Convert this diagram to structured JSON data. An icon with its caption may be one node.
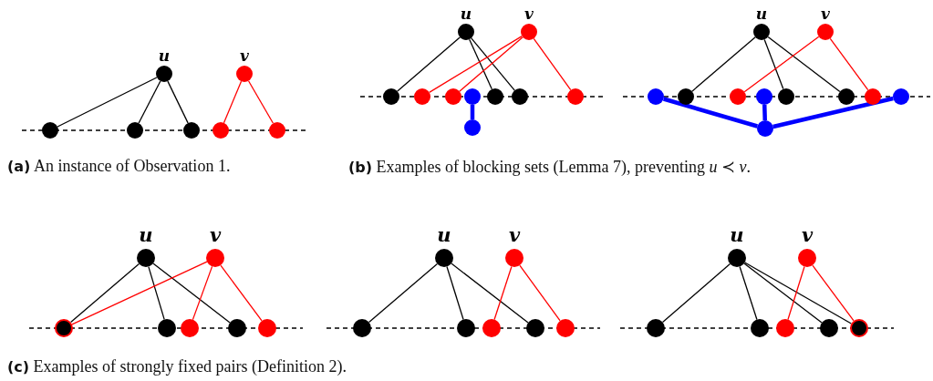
{
  "diagram": {
    "nodes": [
      {
        "text": [
          "u"
        ]
      },
      {
        "text": [
          "v"
        ]
      },
      {
        "text": [],
        "shape": "circle"
      },
      {
        "text": [],
        "shape": "circle"
      },
      {
        "text": [],
        "shape": "circle"
      },
      {
        "text": [],
        "shape": "circle"
      },
      {
        "text": [],
        "shape": "circle"
      },
      {
        "text": [
          "u"
        ]
      },
      {
        "text": [
          "v"
        ]
      },
      {
        "text": [],
        "shape": "circle"
      },
      {
        "text": [],
        "shape": "circle"
      },
      {
        "text": [],
        "shape": "circle"
      },
      {
        "text": [],
        "shape": "circle"
      },
      {
        "text": [],
        "shape": "circle"
      },
      {
        "text": [],
        "shape": "circle"
      },
      {
        "text": [],
        "shape": "circle"
      },
      {
        "text": [],
        "shape": "circle"
      },
      {
        "text": [
          "u"
        ]
      },
      {
        "text": [
          "v"
        ]
      },
      {
        "text": [],
        "shape": "circle"
      },
      {
        "text": [],
        "shape": "circle"
      },
      {
        "text": [],
        "shape": "circle"
      },
      {
        "text": [],
        "shape": "circle"
      },
      {
        "text": [],
        "shape": "circle"
      },
      {
        "text": [],
        "shape": "circle"
      },
      {
        "text": [],
        "shape": "circle"
      },
      {
        "text": [],
        "shape": "circle"
      },
      {
        "text": [],
        "shape": "circle"
      },
      {
        "text": [
          "u"
        ]
      },
      {
        "text": [
          "v"
        ]
      },
      {
        "text": [],
        "shape": "circle"
      },
      {
        "text": [],
        "shape": "circle"
      },
      {
        "text": [],
        "shape": "circle"
      },
      {
        "text": [],
        "shape": "circle"
      },
      {
        "text": [],
        "shape": "circle"
      },
      {
        "text": [
          "u"
        ]
      },
      {
        "text": [
          "v"
        ]
      },
      {
        "text": [],
        "shape": "circle"
      },
      {
        "text": [],
        "shape": "circle"
      },
      {
        "text": [],
        "shape": "circle"
      },
      {
        "text": [],
        "shape": "circle"
      },
      {
        "text": [],
        "shape": "circle"
      },
      {
        "text": [
          "u"
        ]
      },
      {
        "text": [
          "v"
        ]
      },
      {
        "text": [],
        "shape": "circle"
      },
      {
        "text": [],
        "shape": "circle"
      },
      {
        "text": [],
        "shape": "circle"
      },
      {
        "text": [],
        "shape": "circle"
      },
      {
        "text": [],
        "shape": "circle"
      }
    ],
    "edges": [
      {
        "from": 0,
        "to": 2,
        "arrow": "none"
      },
      {
        "from": 0,
        "to": 3,
        "arrow": "none"
      },
      {
        "from": 0,
        "to": 4,
        "arrow": "none"
      },
      {
        "from": 1,
        "to": 5,
        "arrow": "none",
        "color": "#ff0000"
      },
      {
        "from": 1,
        "to": 6,
        "arrow": "none",
        "color": "#ff0000"
      },
      {
        "from": 7,
        "to": 9,
        "arrow": "none"
      },
      {
        "from": 7,
        "to": 13,
        "arrow": "none"
      },
      {
        "from": 7,
        "to": 14,
        "arrow": "none"
      },
      {
        "from": 8,
        "to": 10,
        "arrow": "none",
        "color": "#ff0000"
      },
      {
        "from": 8,
        "to": 11,
        "arrow": "none",
        "color": "#ff0000"
      },
      {
        "from": 8,
        "to": 15,
        "arrow": "none",
        "color": "#ff0000"
      },
      {
        "from": 12,
        "to": 16,
        "arrow": "none",
        "style": "thick",
        "color": "#0000ff"
      },
      {
        "from": 17,
        "to": 20,
        "arrow": "none"
      },
      {
        "from": 17,
        "to": 23,
        "arrow": "none"
      },
      {
        "from": 17,
        "to": 24,
        "arrow": "none"
      },
      {
        "from": 18,
        "to": 21,
        "arrow": "none",
        "color": "#ff0000"
      },
      {
        "from": 18,
        "to": 25,
        "arrow": "none",
        "color": "#ff0000"
      },
      {
        "from": 19,
        "to": 27,
        "arrow": "none",
        "style": "thick",
        "color": "#0000ff"
      },
      {
        "from": 22,
        "to": 27,
        "arrow": "none",
        "style": "thick",
        "color": "#0000ff"
      },
      {
        "from": 26,
        "to": 27,
        "arrow": "none",
        "style": "thick",
        "color": "#0000ff"
      },
      {
        "from": 28,
        "to": 30,
        "arrow": "none"
      },
      {
        "from": 28,
        "to": 31,
        "arrow": "none"
      },
      {
        "from": 28,
        "to": 33,
        "arrow": "none"
      },
      {
        "from": 29,
        "to": 30,
        "arrow": "none",
        "color": "#ff0000"
      },
      {
        "from": 29,
        "to": 32,
        "arrow": "none",
        "color": "#ff0000"
      },
      {
        "from": 29,
        "to": 34,
        "arrow": "none",
        "color": "#ff0000"
      },
      {
        "from": 35,
        "to": 37,
        "arrow": "none"
      },
      {
        "from": 35,
        "to": 38,
        "arrow": "none"
      },
      {
        "from": 35,
        "to": 40,
        "arrow": "none"
      },
      {
        "from": 36,
        "to": 39,
        "arrow": "none",
        "color": "#ff0000"
      },
      {
        "from": 36,
        "to": 41,
        "arrow": "none",
        "color": "#ff0000"
      },
      {
        "from": 42,
        "to": 44,
        "arrow": "none"
      },
      {
        "from": 42,
        "to": 45,
        "arrow": "none"
      },
      {
        "from": 42,
        "to": 47,
        "arrow": "none"
      },
      {
        "from": 42,
        "to": 48,
        "arrow": "none"
      },
      {
        "from": 43,
        "to": 46,
        "arrow": "none",
        "color": "#ff0000"
      },
      {
        "from": 43,
        "to": 48,
        "arrow": "none",
        "color": "#ff0000"
      }
    ],
    "labels": [
      "**(a)** An instance of Observation 1.",
      "**(b)** Examples of blocking sets (Lemma 7), preventing *u* ≺ *v*.",
      "**(c)** Examples of strongly fixed pairs (Definition 2)."
    ]
  }
}
